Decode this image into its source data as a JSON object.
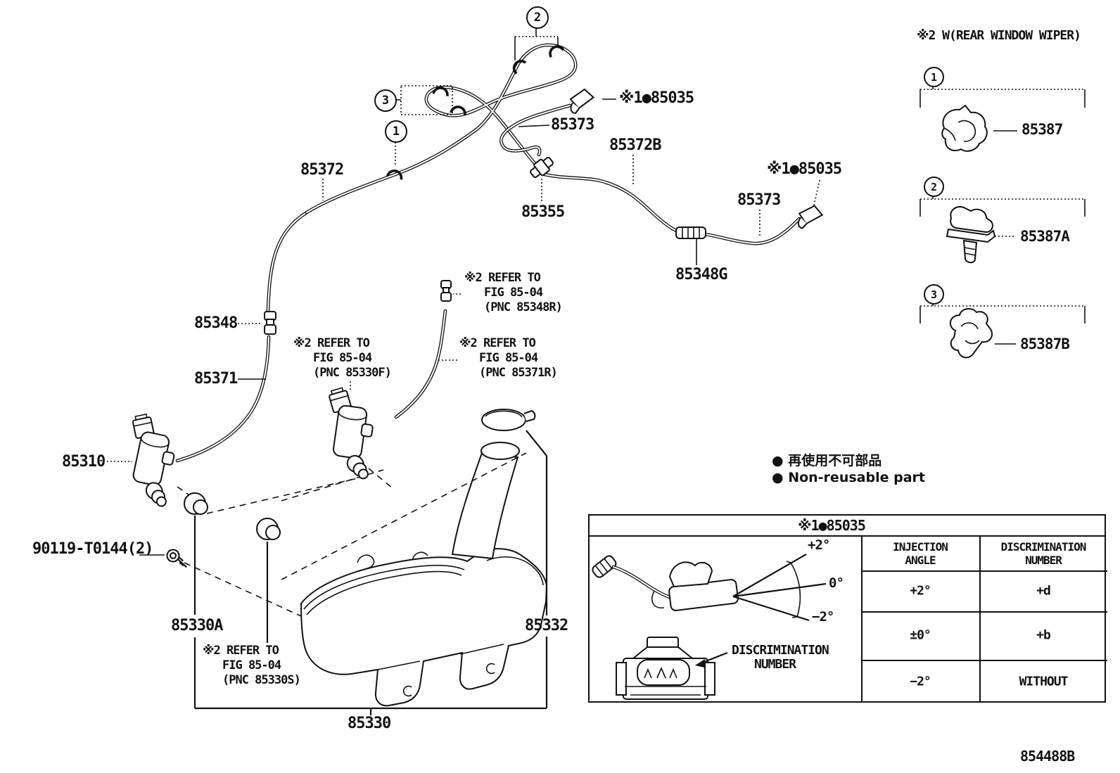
{
  "figure": {
    "code": "854488B"
  },
  "legend": {
    "line_jp": "● 再使用不可部品",
    "line_en": "● Non-reusable part"
  },
  "rear_panel": {
    "title": "※2 W(REAR WINDOW WIPER)",
    "items": [
      {
        "no": "1",
        "part": "85387"
      },
      {
        "no": "2",
        "part": "85387A"
      },
      {
        "no": "3",
        "part": "85387B"
      }
    ]
  },
  "callouts": {
    "one": "1",
    "two": "2",
    "three": "3"
  },
  "parts": {
    "p85372": "85372",
    "p85372B": "85372B",
    "p85373_front": "85373",
    "p85373_rear": "85373",
    "p85355": "85355",
    "p85348": "85348",
    "p85348G": "85348G",
    "p85371": "85371",
    "p85310": "85310",
    "p85330": "85330",
    "p85330A": "85330A",
    "p85332": "85332",
    "p90119": "90119-T0144(2)",
    "p85035_a": "※1●85035",
    "p85035_b": "※1●85035"
  },
  "notes": {
    "ref85348R": {
      "l1": "※2 REFER TO",
      "l2": "FIG 85-04",
      "l3": "(PNC 85348R)"
    },
    "ref85330F": {
      "l1": "※2 REFER TO",
      "l2": "FIG 85-04",
      "l3": "(PNC 85330F)"
    },
    "ref85371R": {
      "l1": "※2 REFER TO",
      "l2": "FIG 85-04",
      "l3": "(PNC 85371R)"
    },
    "ref85330S": {
      "l1": "※2 REFER TO",
      "l2": "FIG 85-04",
      "l3": "(PNC 85330S)"
    }
  },
  "table": {
    "title": "※1●85035",
    "col_injection_l1": "INJECTION",
    "col_injection_l2": "ANGLE",
    "col_discrimination_l1": "DISCRIMINATION",
    "col_discrimination_l2": "NUMBER",
    "rows": [
      {
        "angle": "+2°",
        "number": "+d"
      },
      {
        "angle": "±0°",
        "number": "+b"
      },
      {
        "angle": "−2°",
        "number": "WITHOUT"
      }
    ],
    "angle_plus2": "+2°",
    "angle_zero": "0°",
    "angle_minus2": "−2°",
    "pointer_l1": "DISCRIMINATION",
    "pointer_l2": "NUMBER"
  }
}
